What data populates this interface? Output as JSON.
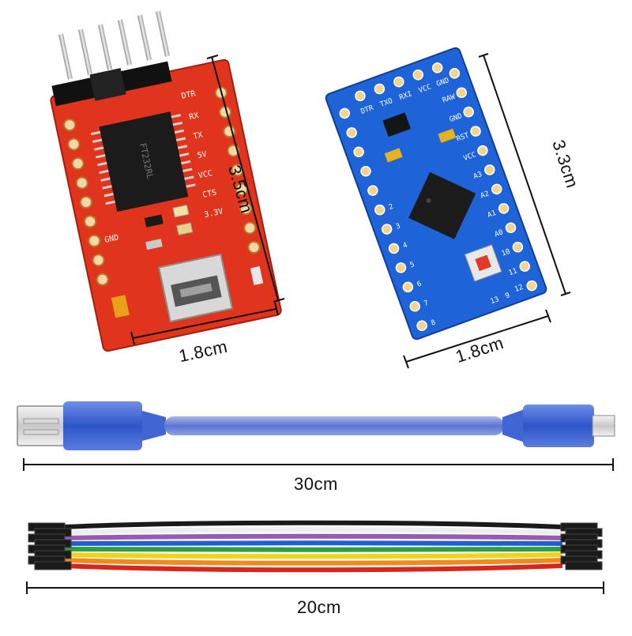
{
  "photo": {
    "ftdi_board": {
      "chip_marking": "FT232RL",
      "pin_labels": [
        "DTR",
        "RX",
        "TX",
        "5V",
        "VCC",
        "CTS",
        "GND",
        "3.3V"
      ],
      "height": "3.5cm",
      "width": "1.8cm"
    },
    "pro_mini_board": {
      "header_labels": [
        "DTR",
        "TXO",
        "RXI",
        "VCC",
        "GND"
      ],
      "row_labels": [
        "RAW",
        "GND",
        "RST",
        "VCC",
        "A3",
        "A2",
        "A1",
        "A0"
      ],
      "digit_labels": [
        "2",
        "3",
        "4",
        "5",
        "6",
        "7",
        "8",
        "9",
        "10",
        "11",
        "12",
        "13"
      ],
      "height": "3.3cm",
      "width": "1.8cm"
    },
    "usb_cable": {
      "length": "30cm"
    },
    "jumper_wires": {
      "length": "20cm",
      "wire_colors": [
        "#1a1a1a",
        "#ffffff",
        "#9b59b6",
        "#1e5fd6",
        "#2e9e3e",
        "#f2d21b",
        "#f08a1c",
        "#d8261c"
      ]
    }
  }
}
